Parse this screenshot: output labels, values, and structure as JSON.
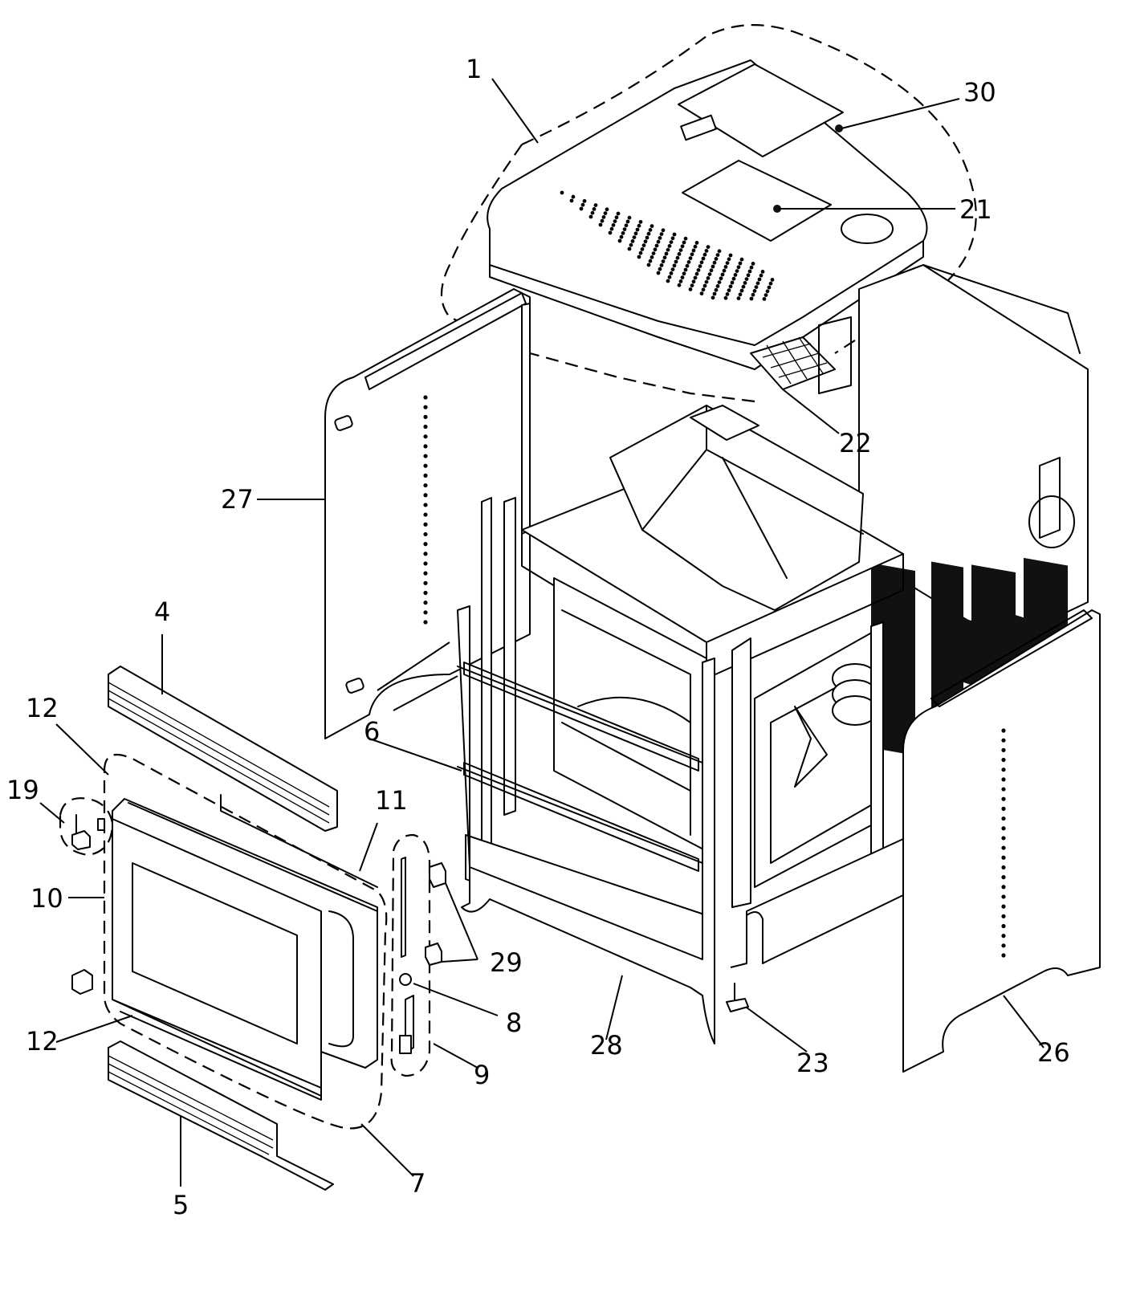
{
  "diagram": {
    "callouts": [
      {
        "id": "c1",
        "text": "1"
      },
      {
        "id": "c30",
        "text": "30"
      },
      {
        "id": "c21",
        "text": "21"
      },
      {
        "id": "c22",
        "text": "22"
      },
      {
        "id": "c27",
        "text": "27"
      },
      {
        "id": "c4",
        "text": "4"
      },
      {
        "id": "c12a",
        "text": "12"
      },
      {
        "id": "c19",
        "text": "19"
      },
      {
        "id": "c6",
        "text": "6"
      },
      {
        "id": "c11",
        "text": "11"
      },
      {
        "id": "c10",
        "text": "10"
      },
      {
        "id": "c29",
        "text": "29"
      },
      {
        "id": "c8",
        "text": "8"
      },
      {
        "id": "c12b",
        "text": "12"
      },
      {
        "id": "c28",
        "text": "28"
      },
      {
        "id": "c23",
        "text": "23"
      },
      {
        "id": "c26",
        "text": "26"
      },
      {
        "id": "c9",
        "text": "9"
      },
      {
        "id": "c7",
        "text": "7"
      },
      {
        "id": "c5",
        "text": "5"
      }
    ]
  }
}
